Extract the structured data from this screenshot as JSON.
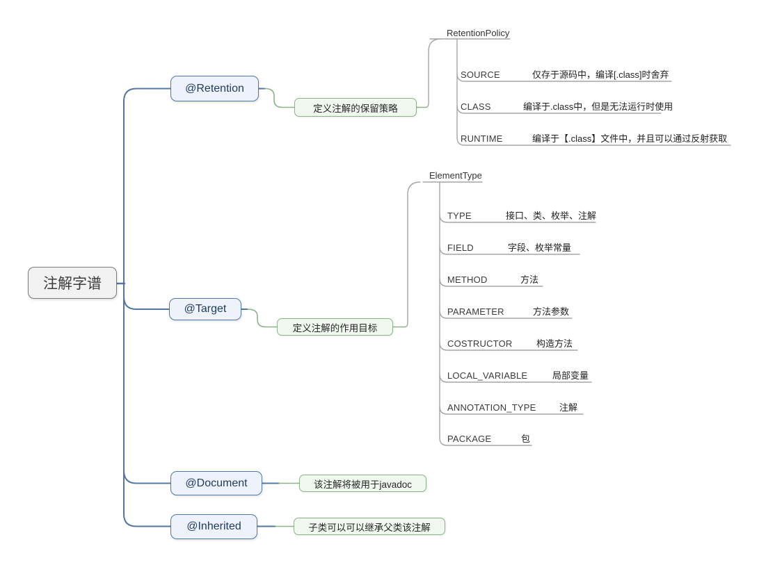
{
  "root": {
    "label": "注解字谱"
  },
  "branches": [
    {
      "label": "@Retention",
      "note": "定义注解的保留策略",
      "group": {
        "title": "RetentionPolicy",
        "items": [
          {
            "key": "SOURCE",
            "desc": "仅存于源码中，编译[.class]时舍弃"
          },
          {
            "key": "CLASS",
            "desc": "编译于.class中，但是无法运行时使用"
          },
          {
            "key": "RUNTIME",
            "desc": "编译于【.class】文件中，并且可以通过反射获取"
          }
        ]
      }
    },
    {
      "label": "@Target",
      "note": "定义注解的作用目标",
      "group": {
        "title": "ElementType",
        "items": [
          {
            "key": "TYPE",
            "desc": "接口、类、枚举、注解"
          },
          {
            "key": "FIELD",
            "desc": "字段、枚举常量"
          },
          {
            "key": "METHOD",
            "desc": "方法"
          },
          {
            "key": "PARAMETER",
            "desc": "方法参数"
          },
          {
            "key": "COSTRUCTOR",
            "desc": "构造方法"
          },
          {
            "key": "LOCAL_VARIABLE",
            "desc": "局部变量"
          },
          {
            "key": "ANNOTATION_TYPE",
            "desc": "注解"
          },
          {
            "key": "PACKAGE",
            "desc": "包"
          }
        ]
      }
    },
    {
      "label": "@Document",
      "note": "该注解将被用于javadoc"
    },
    {
      "label": "@Inherited",
      "note": "子类可以可以继承父类该注解"
    }
  ],
  "colors": {
    "branch_line": "#53779e",
    "blue_node_border": "#4d78a8",
    "blue_node_fill": "#eef3fb",
    "blue_node_text": "#1d3a5e",
    "green_node_border": "#8bb386",
    "green_node_fill": "#f1f8f0",
    "tree_line": "#a6a6a6",
    "root_border": "#7a7a7a",
    "root_fill": "#f2f2f2"
  }
}
